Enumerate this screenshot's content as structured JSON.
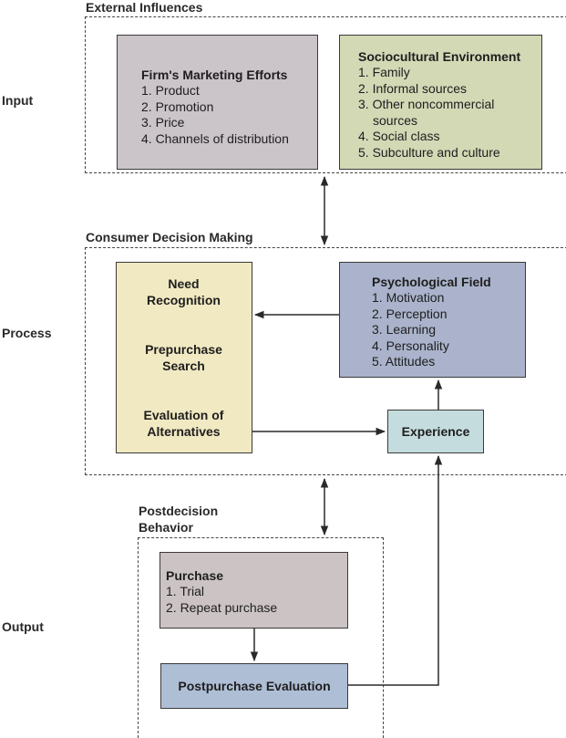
{
  "stages": {
    "input": "Input",
    "process": "Process",
    "output": "Output"
  },
  "sections": {
    "external": "External Influences",
    "decision": "Consumer Decision Making",
    "postdecision": [
      "Postdecision",
      "Behavior"
    ]
  },
  "firm": {
    "title": "Firm's Marketing Efforts",
    "items": [
      "1. Product",
      "2. Promotion",
      "3. Price",
      "4. Channels of distribution"
    ]
  },
  "sociocultural": {
    "title": "Sociocultural Environment",
    "items": [
      "1. Family",
      "2. Informal sources",
      "3. Other noncommercial",
      "sources",
      "4. Social class",
      "5. Subculture and culture"
    ]
  },
  "decision_steps": {
    "need": [
      "Need",
      "Recognition"
    ],
    "search": [
      "Prepurchase",
      "Search"
    ],
    "evaluation": [
      "Evaluation of",
      "Alternatives"
    ]
  },
  "psych": {
    "title": "Psychological Field",
    "items": [
      "1. Motivation",
      "2. Perception",
      "3. Learning",
      "4. Personality",
      "5. Attitudes"
    ]
  },
  "experience": "Experience",
  "purchase": {
    "title": "Purchase",
    "items": [
      "1. Trial",
      "2. Repeat purchase"
    ]
  },
  "postpurchase": "Postpurchase Evaluation",
  "colors": {
    "firm_fill": "#cbc4c9",
    "sociocultural_fill": "#d3d8b5",
    "decision_fill": "#f1e9c2",
    "psych_fill": "#aab3cb",
    "experience_fill": "#c5dcde",
    "purchase_fill": "#ccc3c4",
    "postpurchase_fill": "#aebed5"
  }
}
